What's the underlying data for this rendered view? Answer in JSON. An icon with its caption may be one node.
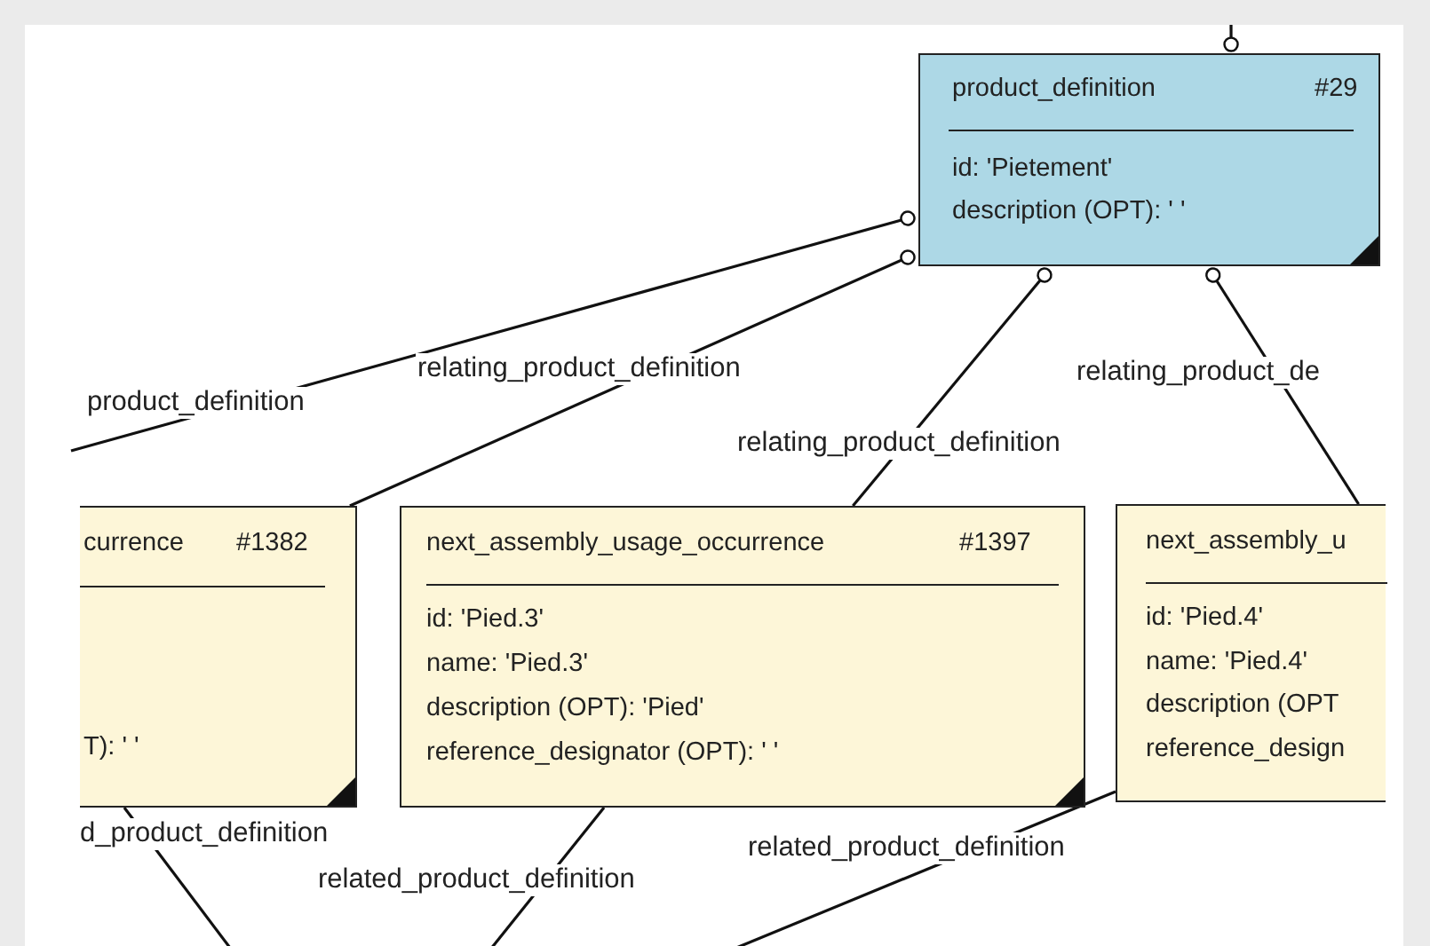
{
  "diagram": {
    "nodes": [
      {
        "text": [
          "product_definition",
          "#29",
          "id: 'Pietement'",
          "description (OPT): ' '"
        ]
      },
      {
        "text": [
          "currence",
          "#1382",
          "T): ' '"
        ]
      },
      {
        "text": [
          "next_assembly_usage_occurrence",
          "#1397",
          "id: 'Pied.3'",
          "name: 'Pied.3'",
          "description (OPT): 'Pied'",
          "reference_designator (OPT): ' '"
        ]
      },
      {
        "text": [
          "next_assembly_u",
          "id: 'Pied.4'",
          "name: 'Pied.4'",
          "description (OPT",
          "reference_design"
        ]
      }
    ],
    "edges": [
      {
        "from": 0,
        "to": null,
        "arrow": "other",
        "label": "product_definition"
      },
      {
        "from": 0,
        "to": 1,
        "arrow": "other",
        "label": "relating_product_definition"
      },
      {
        "from": 0,
        "to": 2,
        "arrow": "other",
        "label": "relating_product_definition"
      },
      {
        "from": 0,
        "to": 3,
        "arrow": "other",
        "label": "relating_product_de"
      },
      {
        "from": 0,
        "to": null,
        "arrow": "other"
      },
      {
        "from": 1,
        "to": null,
        "arrow": "none",
        "label": "d_product_definition"
      },
      {
        "from": 2,
        "to": null,
        "arrow": "none",
        "label": "related_product_definition"
      },
      {
        "from": 3,
        "to": null,
        "arrow": "none",
        "label": "related_product_definition"
      }
    ]
  }
}
